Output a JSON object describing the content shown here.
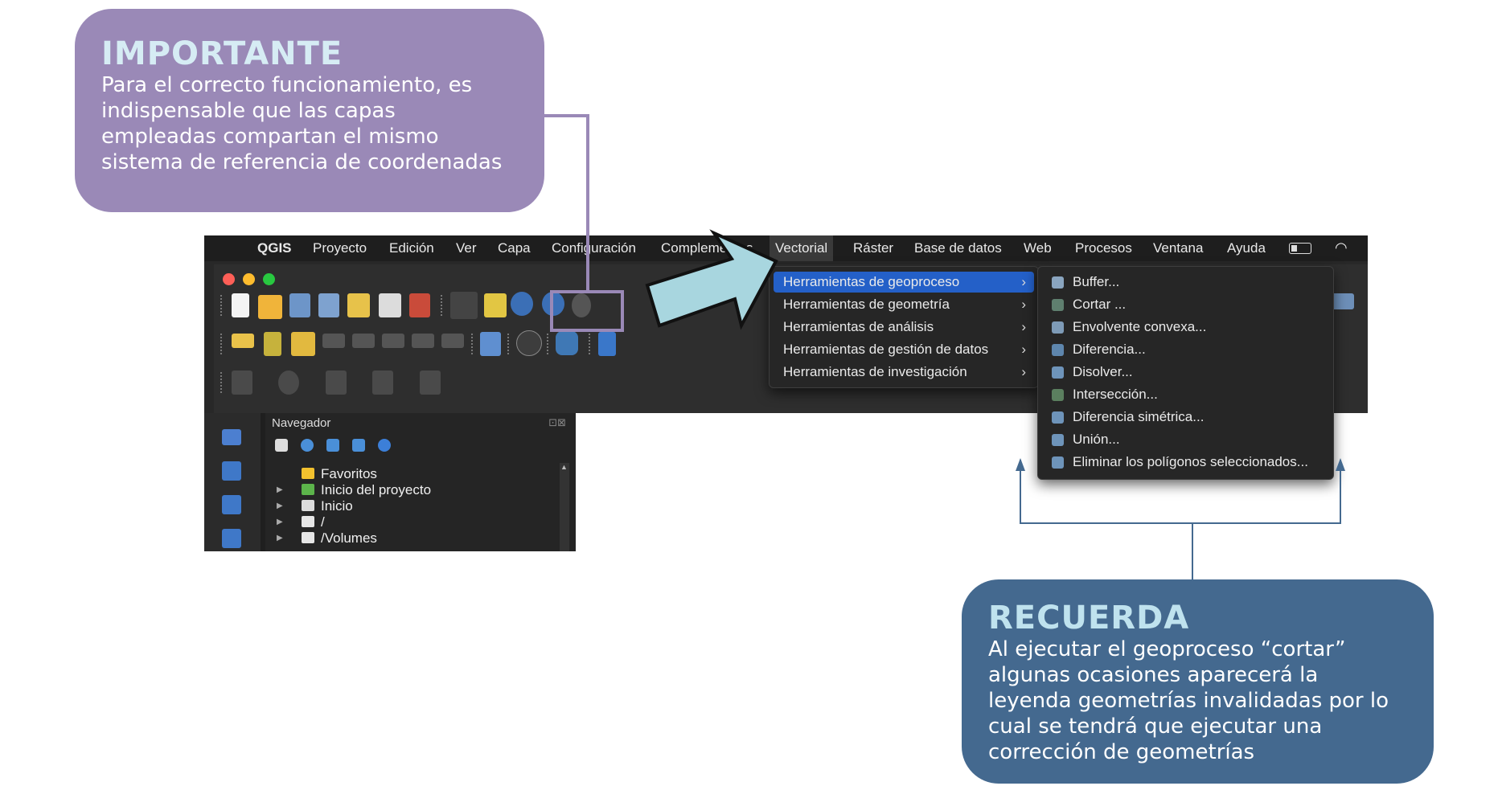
{
  "callouts": {
    "important": {
      "title": "IMPORTANTE",
      "lines": [
        "Para el correcto funcionamiento, es",
        "indispensable que las capas",
        "empleadas compartan el mismo",
        "sistema de referencia de coordenadas"
      ]
    },
    "recuerda": {
      "title": "RECUERDA",
      "lines": [
        "Al ejecutar el geoproceso “cortar”",
        "algunas ocasiones aparecerá la",
        "leyenda geometrías invalidadas por lo",
        "cual se tendrá que ejecutar una",
        "corrección de geometrías"
      ]
    }
  },
  "menubar": {
    "apple": "",
    "app": "QGIS",
    "items": [
      "Proyecto",
      "Edición",
      "Ver",
      "Capa",
      "Configuración",
      "Complementos",
      "Vectorial",
      "Ráster",
      "Base de datos",
      "Web",
      "Procesos",
      "Ventana",
      "Ayuda"
    ]
  },
  "vector_menu": {
    "items": [
      "Herramientas de geoproceso",
      "Herramientas de geometría",
      "Herramientas de análisis",
      "Herramientas de gestión de datos",
      "Herramientas de investigación"
    ],
    "selected_index": 0
  },
  "geoprocess_menu": {
    "items": [
      "Buffer...",
      "Cortar ...",
      "Envolvente convexa...",
      "Diferencia...",
      "Disolver...",
      "Intersección...",
      "Diferencia simétrica...",
      "Unión...",
      "Eliminar los polígonos seleccionados..."
    ]
  },
  "navigator": {
    "title": "Navegador",
    "items": [
      "Favoritos",
      "Inicio del proyecto",
      "Inicio",
      "/",
      "/Volumes"
    ]
  },
  "colors": {
    "important_bg": "#9a89b7",
    "recuerda_bg": "#44698f",
    "arrow_fill": "#a8d6df",
    "menu_selected": "#2460c8"
  }
}
